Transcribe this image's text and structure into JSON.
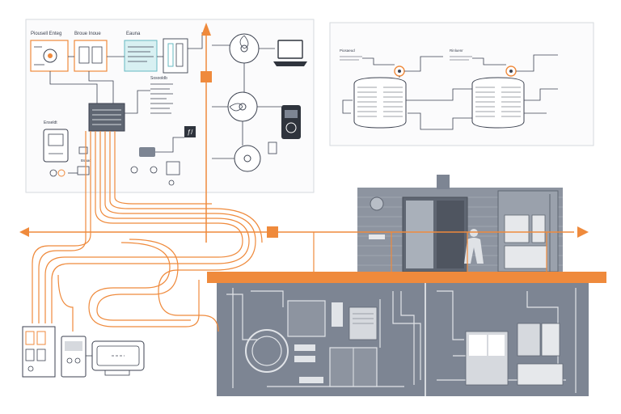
{
  "panels": {
    "top_left": {
      "labels": [
        "Piousell Enteg",
        "Broue Inoue",
        "Eauna"
      ],
      "sub_label": "Sosooldb",
      "side_labels": [
        "Enseldt",
        "Bsaac"
      ],
      "display_glyph": "ƒ/"
    },
    "top_right": {
      "labels": [
        "Piosaeud",
        "Rinluenr"
      ],
      "tank_count": 2
    }
  },
  "colors": {
    "orange": "#ef8a3c",
    "slate": "#7d8593",
    "slate_dark": "#5f6672",
    "line": "#3c4250",
    "panel_border": "#d6d9de",
    "pale": "#f4f5f7"
  },
  "icons": [
    "laptop-icon",
    "thermostat-icon",
    "fan-icon",
    "controller-icon",
    "tank-icon",
    "person-icon"
  ]
}
